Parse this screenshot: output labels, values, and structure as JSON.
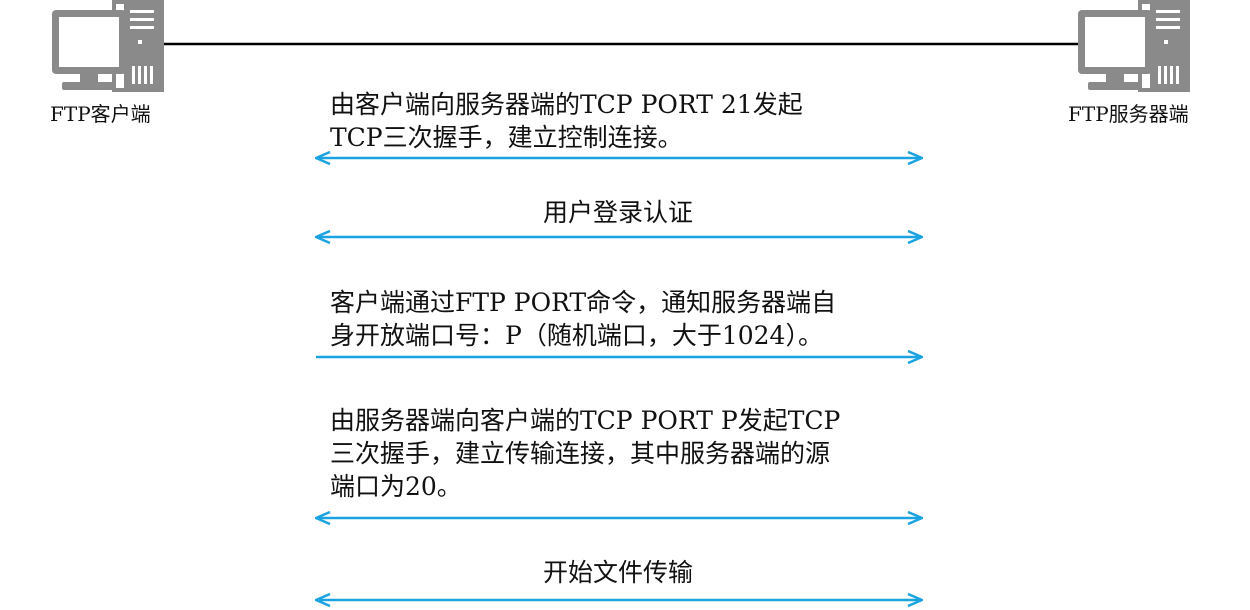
{
  "nodes": {
    "client": {
      "label": "FTP客户端",
      "icon": "computer-icon"
    },
    "server": {
      "label": "FTP服务器端",
      "icon": "computer-icon"
    }
  },
  "colors": {
    "arrow": "#1aa3e0",
    "link": "#000000",
    "computer": "#7a7a7a"
  },
  "messages": [
    {
      "text": "由客户端向服务器端的TCP PORT 21发起\nTCP三次握手，建立控制连接。",
      "direction": "both"
    },
    {
      "text": "用户登录认证",
      "direction": "both"
    },
    {
      "text": "客户端通过FTP PORT命令，通知服务器端自\n身开放端口号：P（随机端口，大于1024）。",
      "direction": "right"
    },
    {
      "text": "由服务器端向客户端的TCP PORT P发起TCP\n三次握手，建立传输连接，其中服务器端的源\n端口为20。",
      "direction": "both"
    },
    {
      "text": "开始文件传输",
      "direction": "both"
    }
  ]
}
